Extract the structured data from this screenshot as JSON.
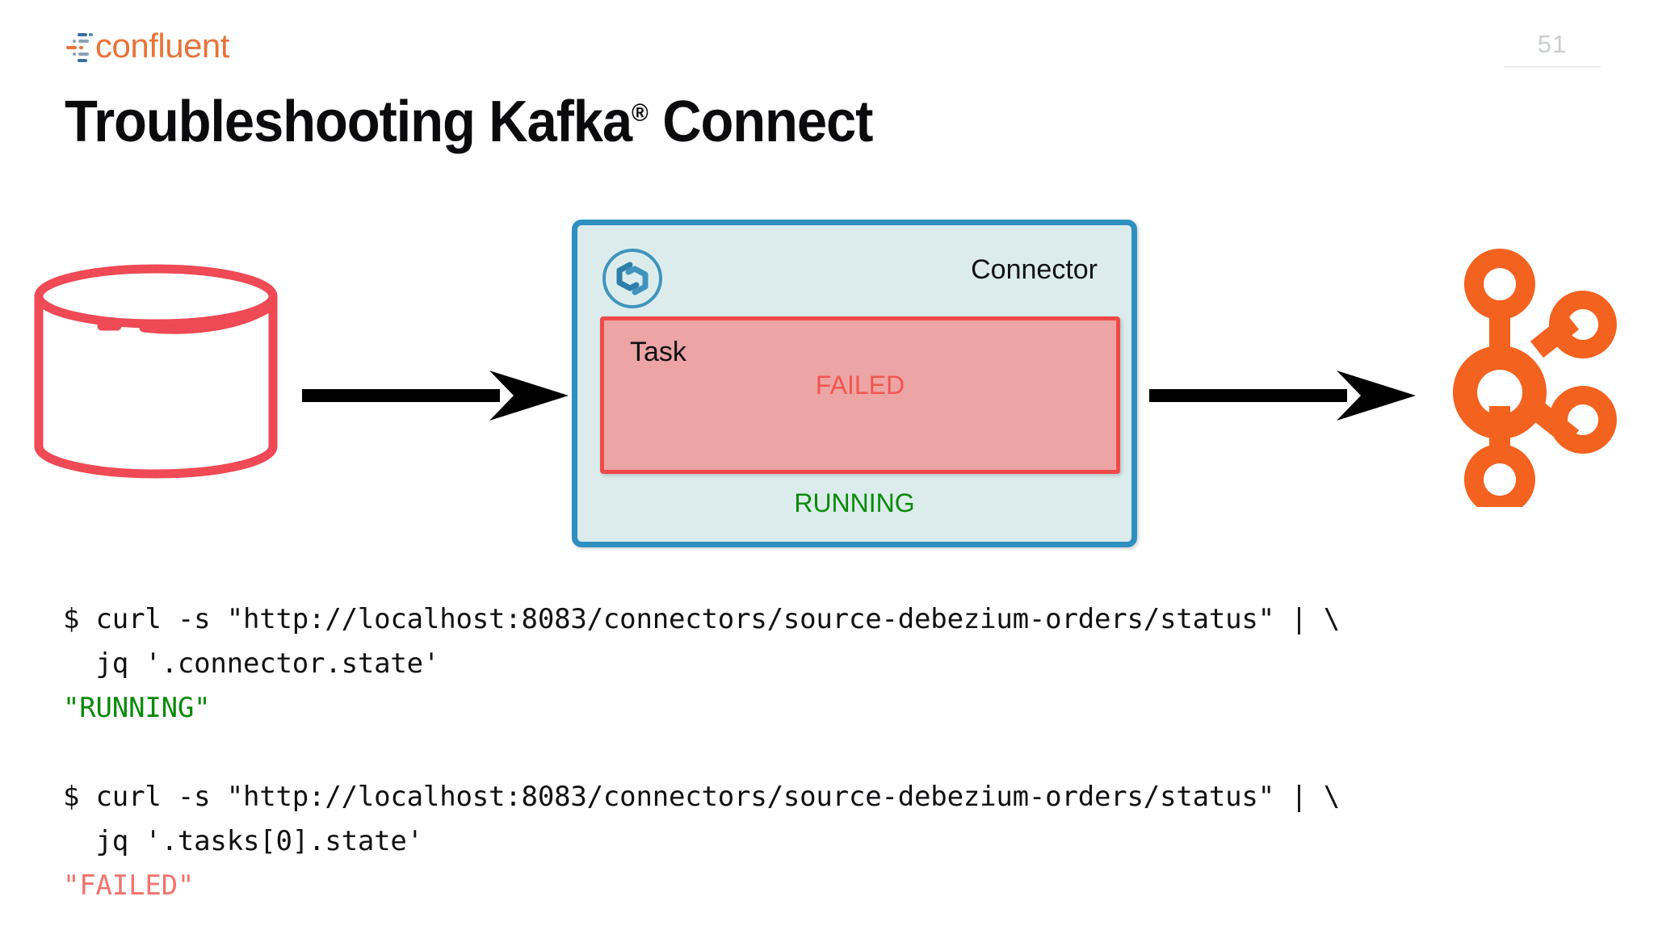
{
  "header": {
    "logo_text": "confluent",
    "logo_icon": "confluent-logo-icon",
    "page_number": "51"
  },
  "title": {
    "before": "Troubleshooting Kafka",
    "trademark": "®",
    "after": " Connect",
    "full": "Troubleshooting Kafka® Connect"
  },
  "diagram": {
    "source_icon": "database-cylinder-icon",
    "arrow_in_icon": "arrow-right-icon",
    "arrow_out_icon": "arrow-right-icon",
    "sink_icon": "apache-kafka-logo-icon",
    "connector": {
      "icon": "connector-link-icon",
      "label": "Connector",
      "state": "RUNNING",
      "state_color": "#0a8a0a",
      "fill_color": "#dcecec",
      "border_color": "#2f8fc0"
    },
    "task": {
      "label": "Task",
      "state": "FAILED",
      "state_color": "#f2554f",
      "fill_color": "#eda4a4",
      "border_color": "#ef4a4a"
    }
  },
  "code": {
    "block1_line1": "$ curl -s \"http://localhost:8083/connectors/source-debezium-orders/status\" | \\",
    "block1_line2": "  jq '.connector.state'",
    "block1_output": "\"RUNNING\"",
    "block2_line1": "$ curl -s \"http://localhost:8083/connectors/source-debezium-orders/status\" | \\",
    "block2_line2": "  jq '.tasks[0].state'",
    "block2_output": "\"FAILED\"",
    "output_running_color": "#0a8a0a",
    "output_failed_color": "#f2736e"
  }
}
